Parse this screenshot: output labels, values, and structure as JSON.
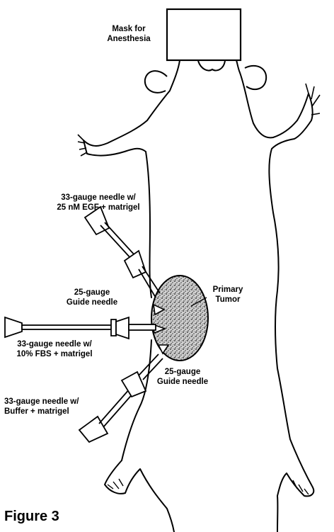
{
  "labels": {
    "mask_line1": "Mask for",
    "mask_line2": "Anesthesia",
    "needle_egf_line1": "33-gauge needle w/",
    "needle_egf_line2": "25 nM EGF + matrigel",
    "guide_upper_line1": "25-gauge",
    "guide_upper_line2": "Guide needle",
    "needle_fbs_line1": "33-gauge needle w/",
    "needle_fbs_line2": "10% FBS + matrigel",
    "needle_buffer_line1": "33-gauge needle w/",
    "needle_buffer_line2": "Buffer + matrigel",
    "guide_lower_line1": "25-gauge",
    "guide_lower_line2": "Guide needle",
    "tumor_line1": "Primary",
    "tumor_line2": "Tumor"
  },
  "figure_label": "Figure 3"
}
